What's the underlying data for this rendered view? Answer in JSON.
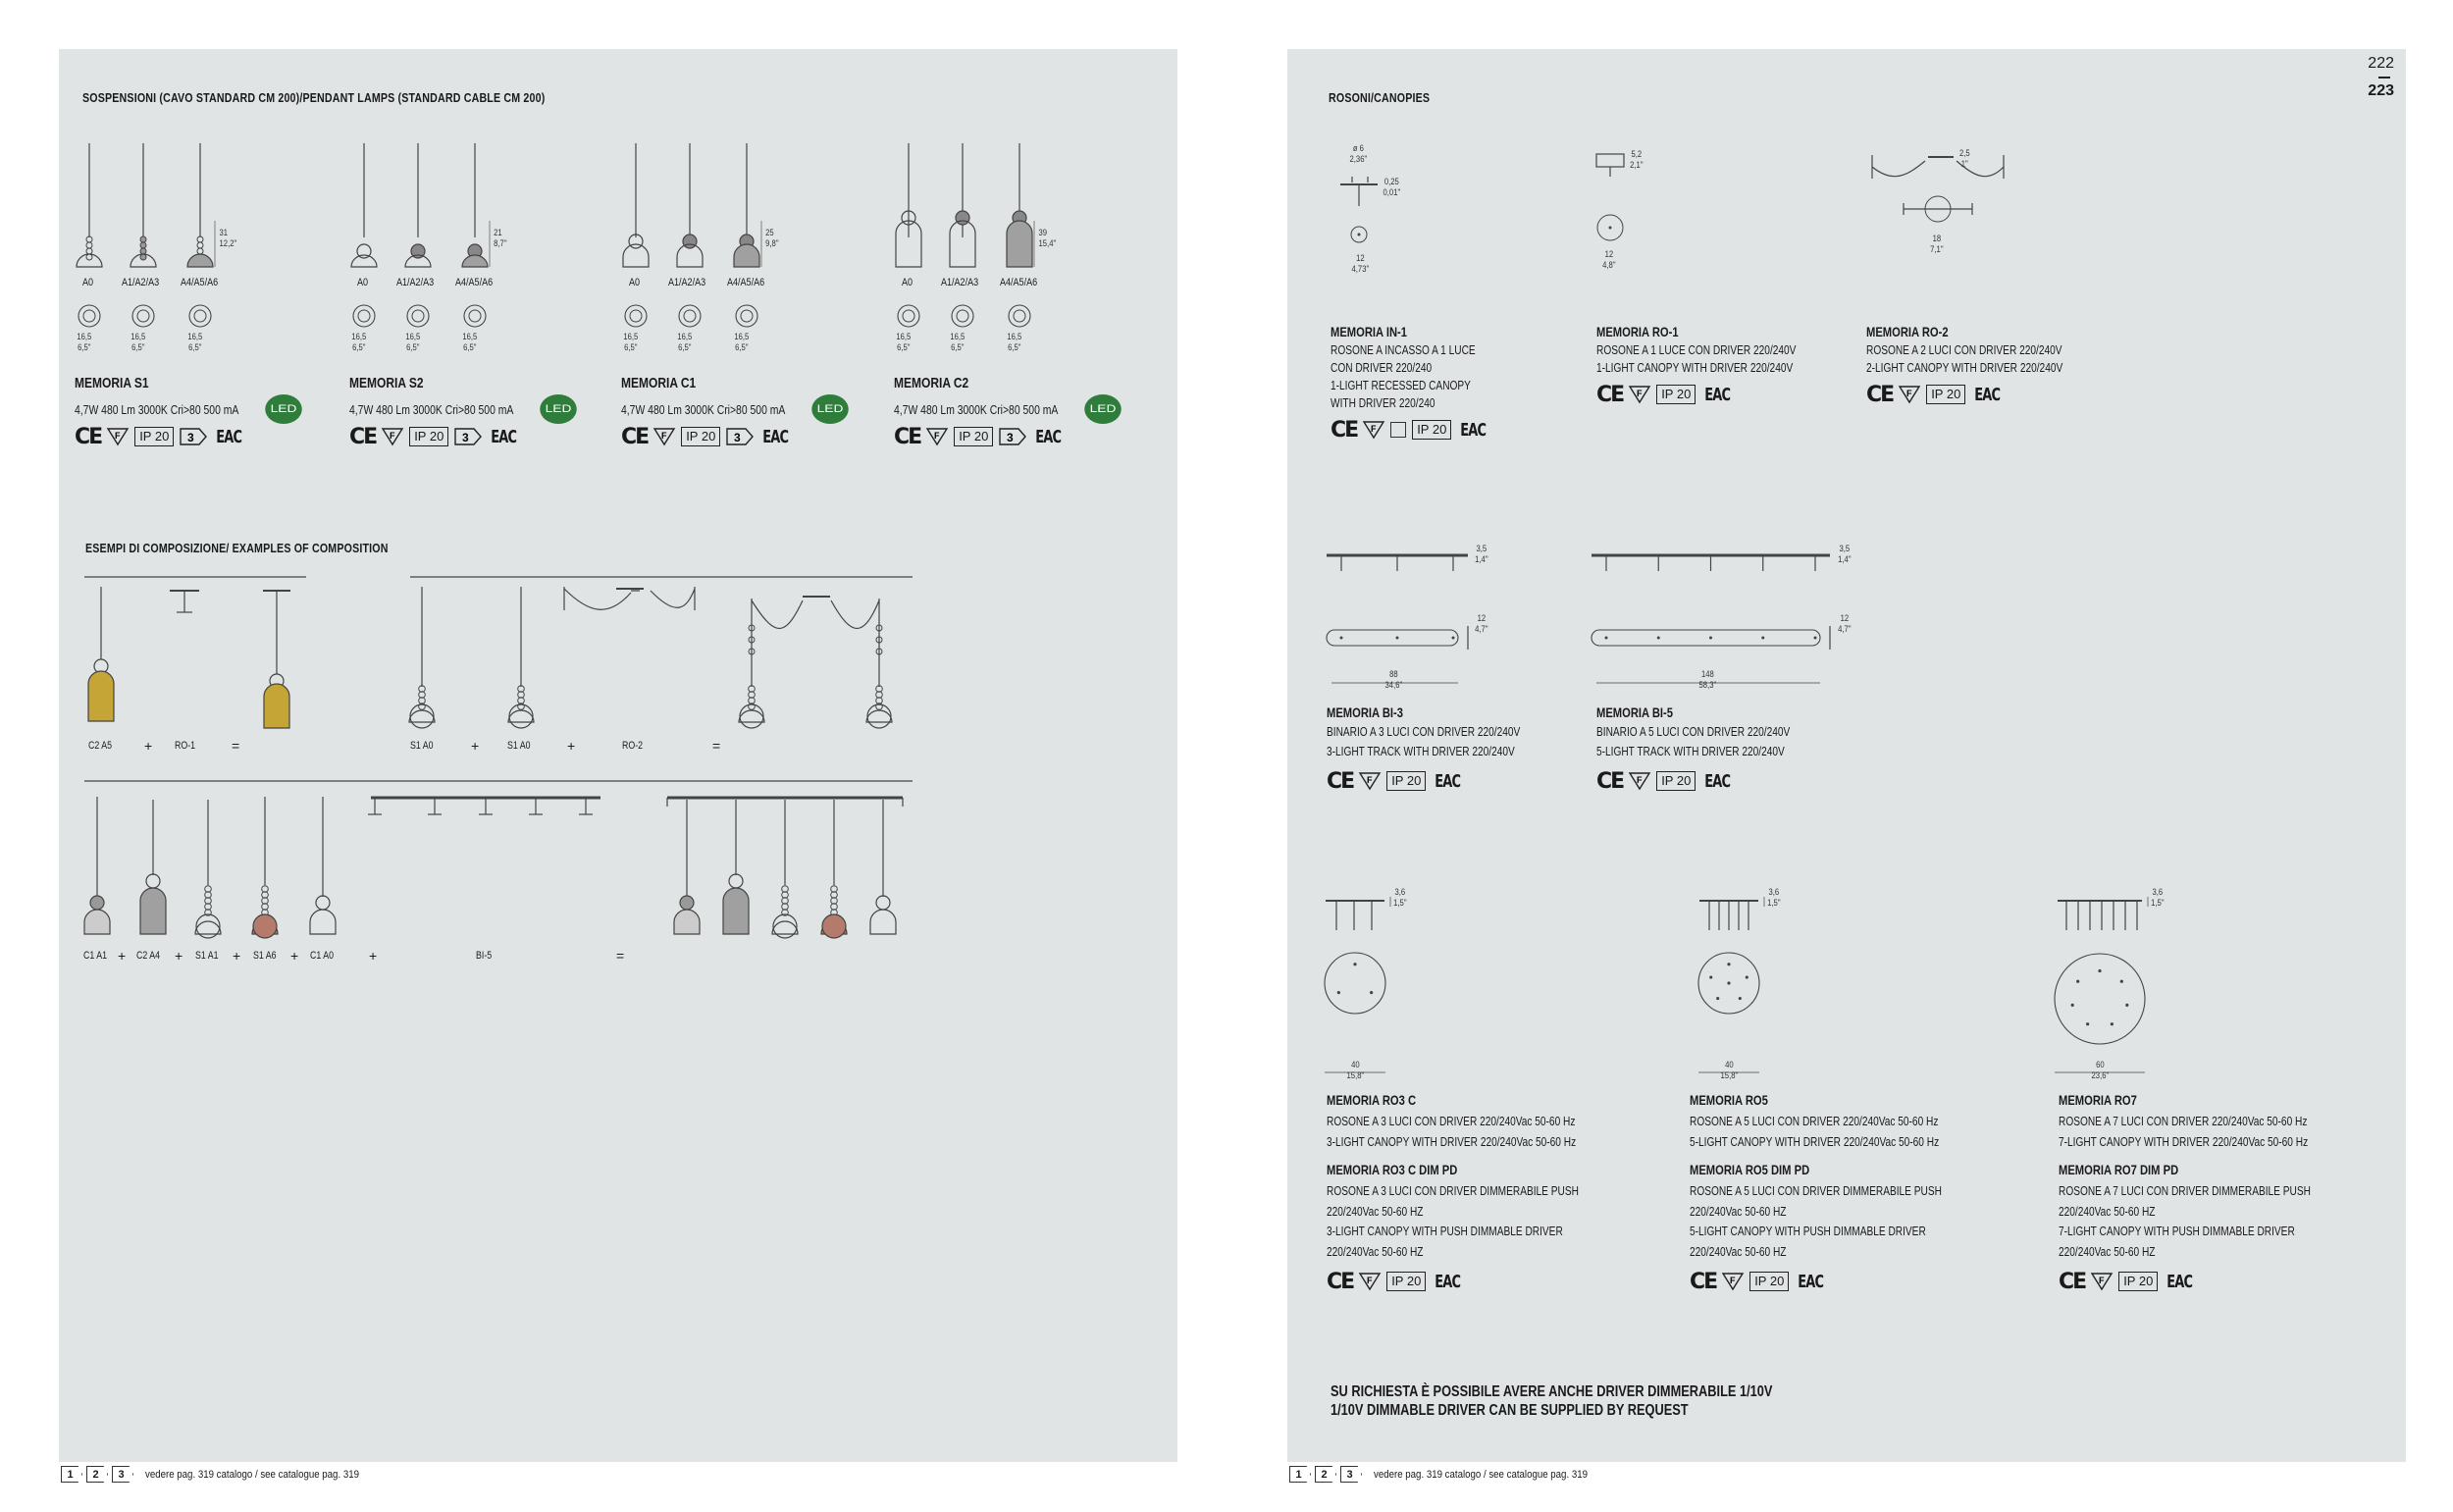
{
  "page_left": {
    "section_title": "SOSPENSIONI (CAVO STANDARD CM 200)/PENDANT LAMPS (STANDARD CABLE CM 200)",
    "products": [
      {
        "name": "MEMORIA S1",
        "spec": "4,7W 480 Lm 3000K Cri>80 500 mA",
        "variants": [
          "A0",
          "A1/A2/A3",
          "A4/A5/A6"
        ],
        "height_dim": [
          "31",
          "12,2\""
        ],
        "diameter": [
          "16,5",
          "6,5\""
        ],
        "led": "LED"
      },
      {
        "name": "MEMORIA S2",
        "spec": "4,7W 480 Lm 3000K Cri>80 500 mA",
        "variants": [
          "A0",
          "A1/A2/A3",
          "A4/A5/A6"
        ],
        "height_dim": [
          "21",
          "8,7\""
        ],
        "diameter": [
          "16,5",
          "6,5\""
        ],
        "led": "LED"
      },
      {
        "name": "MEMORIA C1",
        "spec": "4,7W 480 Lm 3000K Cri>80 500 mA",
        "variants": [
          "A0",
          "A1/A2/A3",
          "A4/A5/A6"
        ],
        "height_dim": [
          "25",
          "9,8\""
        ],
        "diameter": [
          "16,5",
          "6,5\""
        ],
        "led": "LED"
      },
      {
        "name": "MEMORIA C2",
        "spec": "4,7W 480 Lm 3000K Cri>80 500 mA",
        "variants": [
          "A0",
          "A1/A2/A3",
          "A4/A5/A6"
        ],
        "height_dim": [
          "39",
          "15,4\""
        ],
        "diameter": [
          "16,5",
          "6,5\""
        ],
        "led": "LED"
      }
    ],
    "composition_title": "ESEMPI DI COMPOSIZIONE/ EXAMPLES OF COMPOSITION",
    "composition_rows": [
      {
        "items": [
          "C2 A5",
          "+",
          "RO-1",
          "="
        ]
      },
      {
        "items": [
          "S1 A0",
          "+",
          "S1 A0",
          "+",
          "RO-2",
          "="
        ]
      },
      {
        "items": [
          "C1 A1",
          "+",
          "C2 A4",
          "+",
          "S1 A1",
          "+",
          "S1 A6",
          "+",
          "C1 A0",
          "+",
          "BI-5",
          "="
        ]
      }
    ],
    "footer": {
      "boxes": [
        "1",
        "2",
        "3"
      ],
      "text": "vedere pag. 319 catalogo / see catalogue pag. 319"
    }
  },
  "page_right": {
    "page_numbers": [
      "222",
      "223"
    ],
    "section_title": "ROSONI/CANOPIES",
    "canopies_top": [
      {
        "name": "MEMORIA IN-1",
        "lines": [
          "ROSONE A INCASSO A 1 LUCE",
          "CON DRIVER 220/240",
          "1-LIGHT RECESSED CANOPY",
          "WITH DRIVER  220/240"
        ],
        "dims": [
          "ø 6",
          "2,36\"",
          "0,25",
          "0,01\"",
          "12",
          "4,73\""
        ]
      },
      {
        "name": "MEMORIA RO-1",
        "lines": [
          "ROSONE A 1 LUCE CON DRIVER 220/240V",
          "1-LIGHT CANOPY WITH DRIVER 220/240V"
        ],
        "dims": [
          "5,2",
          "2,1\"",
          "12",
          "4,8\""
        ]
      },
      {
        "name": "MEMORIA RO-2",
        "lines": [
          "ROSONE A 2 LUCI CON DRIVER 220/240V",
          "2-LIGHT CANOPY WITH DRIVER 220/240V"
        ],
        "dims": [
          "2,5",
          "1\"",
          "18",
          "7,1\""
        ]
      }
    ],
    "tracks": [
      {
        "name": "MEMORIA BI-3",
        "lines": [
          "BINARIO A 3 LUCI CON DRIVER 220/240V",
          "3-LIGHT TRACK WITH DRIVER 220/240V"
        ],
        "dims": [
          "3,5",
          "1,4\"",
          "12",
          "4,7\"",
          "88",
          "34,6\""
        ]
      },
      {
        "name": "MEMORIA BI-5",
        "lines": [
          "BINARIO A 5 LUCI CON DRIVER 220/240V",
          "5-LIGHT TRACK WITH DRIVER 220/240V"
        ],
        "dims": [
          "3,5",
          "1,4\"",
          "12",
          "4,7\"",
          "148",
          "58,3\""
        ]
      }
    ],
    "round_canopies": [
      {
        "name": "MEMORIA RO3 C",
        "lines": [
          "ROSONE A 3 LUCI CON DRIVER 220/240Vac 50-60 Hz",
          "3-LIGHT CANOPY WITH DRIVER  220/240Vac 50-60 Hz"
        ],
        "dim_name": "MEMORIA RO3 C DIM PD",
        "dim_lines": [
          "ROSONE A 3 LUCI CON DRIVER DIMMERABILE PUSH",
          "220/240Vac 50-60 HZ",
          "3-LIGHT CANOPY  WITH PUSH DIMMABLE DRIVER",
          "220/240Vac 50-60 HZ"
        ],
        "dims": [
          "3,6",
          "1,5\"",
          "40",
          "15,8\""
        ]
      },
      {
        "name": "MEMORIA RO5",
        "lines": [
          "ROSONE A 5 LUCI CON DRIVER 220/240Vac 50-60 Hz",
          "5-LIGHT CANOPY WITH DRIVER  220/240Vac 50-60 Hz"
        ],
        "dim_name": "MEMORIA RO5 DIM PD",
        "dim_lines": [
          "ROSONE A 5 LUCI CON DRIVER DIMMERABILE PUSH",
          "220/240Vac 50-60 HZ",
          "5-LIGHT CANOPY WITH PUSH DIMMABLE DRIVER",
          "220/240Vac 50-60 HZ"
        ],
        "dims": [
          "3,6",
          "1,5\"",
          "40",
          "15,8\""
        ]
      },
      {
        "name": "MEMORIA RO7",
        "lines": [
          "ROSONE A 7 LUCI CON DRIVER 220/240Vac 50-60 Hz",
          "7-LIGHT CANOPY WITH DRIVER  220/240Vac 50-60 Hz"
        ],
        "dim_name": "MEMORIA RO7 DIM PD",
        "dim_lines": [
          "ROSONE A 7 LUCI CON DRIVER DIMMERABILE PUSH",
          "220/240Vac 50-60 HZ",
          "7-LIGHT CANOPY WITH PUSH DIMMABLE DRIVER",
          "220/240Vac 50-60 HZ"
        ],
        "dims": [
          "3,6",
          "1,5\"",
          "60",
          "23,6\""
        ]
      }
    ],
    "note": [
      "SU RICHIESTA È POSSIBILE AVERE ANCHE DRIVER DIMMERABILE 1/10V",
      "1/10V DIMMABLE DRIVER CAN BE SUPPLIED BY REQUEST"
    ],
    "footer": {
      "boxes": [
        "1",
        "2",
        "3"
      ],
      "text": "vedere pag. 319 catalogo / see catalogue pag. 319"
    }
  },
  "certifications": {
    "ce": "CE",
    "ip": "IP 20",
    "class": "3",
    "eac": "EAC"
  },
  "colors": {
    "panel": "#e1e4e5",
    "led_badge": "#2e7d3a",
    "gold": "#c4a535",
    "terracotta": "#b47a6c",
    "grey_fill": "#a0a0a0"
  }
}
